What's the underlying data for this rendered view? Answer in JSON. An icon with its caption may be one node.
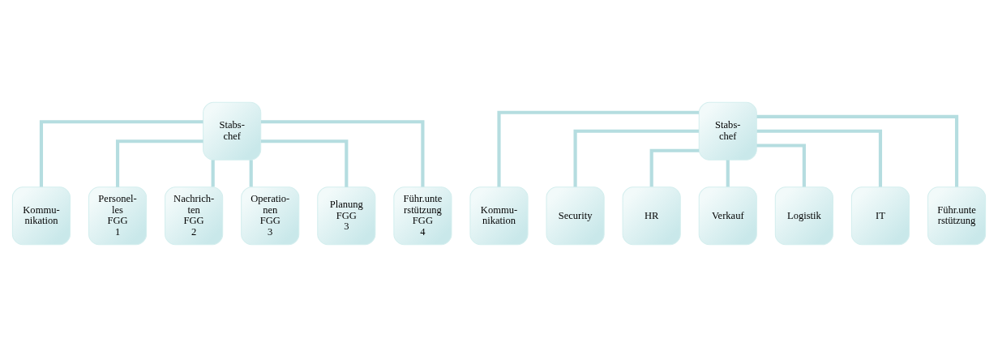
{
  "diagram": {
    "nodes": [
      {
        "text": [
          "Stabs- chef"
        ]
      },
      {
        "text": [
          "Kommu- nikation"
        ]
      },
      {
        "text": [
          "Personel- les FGG 1"
        ]
      },
      {
        "text": [
          "Nachrich- ten FGG 2"
        ]
      },
      {
        "text": [
          "Operatio- nen FGG 3"
        ]
      },
      {
        "text": [
          "Planung FGG 3"
        ]
      },
      {
        "text": [
          "Führ.unte rstützung FGG 4"
        ]
      },
      {
        "text": [
          "Stabs- chef"
        ]
      },
      {
        "text": [
          "Kommu- nikation"
        ]
      },
      {
        "text": [
          "Security"
        ]
      },
      {
        "text": [
          "HR"
        ]
      },
      {
        "text": [
          "Verkauf"
        ]
      },
      {
        "text": [
          "Logistik"
        ]
      },
      {
        "text": [
          "IT"
        ]
      },
      {
        "text": [
          "Führ.unte rstützung"
        ]
      }
    ],
    "edges": [
      {
        "from": 0,
        "to": 1,
        "arrow": "none"
      },
      {
        "from": 0,
        "to": 2,
        "arrow": "none"
      },
      {
        "from": 0,
        "to": 3,
        "arrow": "none"
      },
      {
        "from": 0,
        "to": 4,
        "arrow": "none"
      },
      {
        "from": 0,
        "to": 5,
        "arrow": "none"
      },
      {
        "from": 0,
        "to": 6,
        "arrow": "none"
      },
      {
        "from": 7,
        "to": 8,
        "arrow": "none"
      },
      {
        "from": 7,
        "to": 9,
        "arrow": "none"
      },
      {
        "from": 7,
        "to": 10,
        "arrow": "none"
      },
      {
        "from": 7,
        "to": 11,
        "arrow": "none"
      },
      {
        "from": 7,
        "to": 12,
        "arrow": "none"
      },
      {
        "from": 7,
        "to": 13,
        "arrow": "none"
      },
      {
        "from": 7,
        "to": 14,
        "arrow": "none"
      }
    ]
  }
}
